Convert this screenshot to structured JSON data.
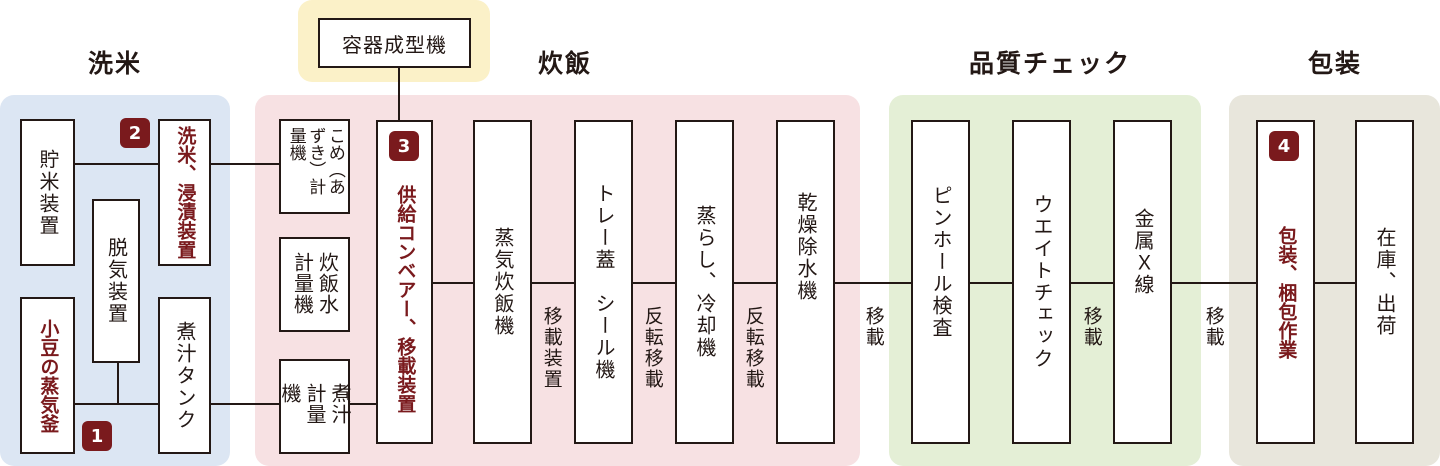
{
  "sections": {
    "washing": "洗米",
    "cooking": "炊飯",
    "quality": "品質チェック",
    "packaging": "包装"
  },
  "container_machine": "容器成型機",
  "boxes": {
    "storage": "貯米装置",
    "wash_soak": "洗米、浸漬装置",
    "deaerator": "脱気装置",
    "azuki_steam": "小豆の蒸気釜",
    "broth_tank": "煮汁タンク",
    "rice_weigher": "こめ（あずき）計量機",
    "water_weigher": "炊飯水計量機",
    "broth_weigher": "煮汁計量機",
    "conveyor": "供給コンベアー、移載装置",
    "steam_cooker": "蒸気炊飯機",
    "tray_seal": "トレー蓋　シール機",
    "steam_cool": "蒸らし、冷却機",
    "dry_dewater": "乾燥除水機",
    "pinhole": "ピンホール検査",
    "weight_check": "ウエイトチェック",
    "xray": "金属Ｘ線",
    "pack": "包装、梱包作業",
    "storage_ship": "在庫、出荷"
  },
  "connectors": {
    "transfer_device": "移載装置",
    "flip_transfer_1": "反転移載",
    "flip_transfer_2": "反転移載",
    "transfer_1": "移載",
    "transfer_2": "移載",
    "transfer_3": "移載"
  },
  "badges": {
    "b1": "1",
    "b2": "2",
    "b3": "3",
    "b4": "4"
  },
  "colors": {
    "washing_zone": "#dce6f3",
    "cooking_zone": "#f7e1e3",
    "quality_zone": "#e4efd6",
    "packaging_zone": "#e8e6dc",
    "container_zone": "#fbf1c8",
    "highlight": "#7a1a1d"
  }
}
